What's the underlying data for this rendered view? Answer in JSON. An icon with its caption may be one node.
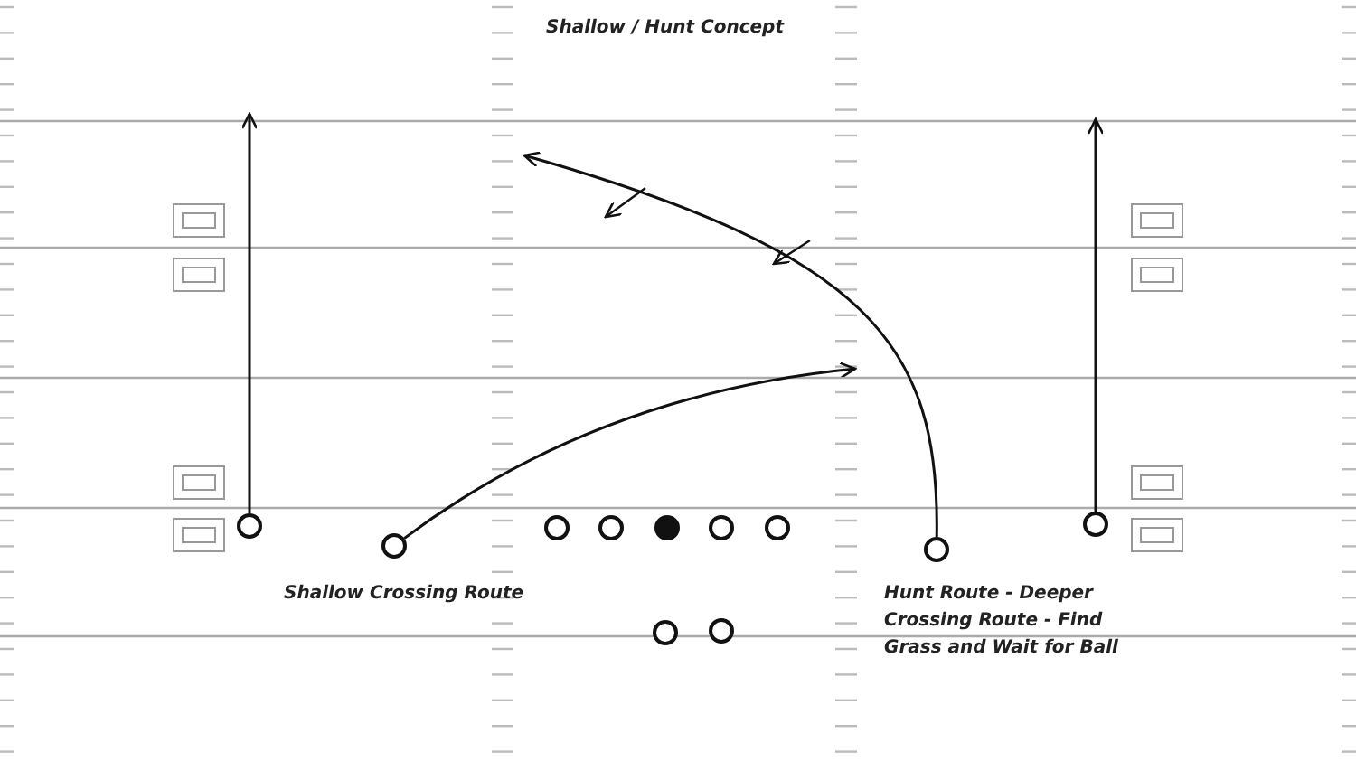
{
  "diagram": {
    "title": "Shallow / Hunt Concept",
    "nodes": [
      {
        "text": [],
        "shape": "circle"
      },
      {
        "text": [],
        "shape": "circle",
        "beside": [
          "Shallow Crossing Route"
        ]
      },
      {
        "text": [],
        "shape": "circle"
      },
      {
        "text": [],
        "shape": "circle"
      },
      {
        "text": [],
        "shape": "circle"
      },
      {
        "text": [],
        "shape": "circle"
      },
      {
        "text": [],
        "shape": "circle"
      },
      {
        "text": [],
        "shape": "circle",
        "beside": [
          "Hunt Route - Deeper Crossing Route - Find Grass and Wait for Ball"
        ]
      },
      {
        "text": [],
        "shape": "circle"
      },
      {
        "text": [],
        "shape": "circle"
      },
      {
        "text": [],
        "shape": "circle"
      }
    ],
    "edges": [
      {
        "from": 0,
        "to": null,
        "arrow": "to"
      },
      {
        "from": 1,
        "to": null,
        "arrow": "to"
      },
      {
        "from": 7,
        "to": null,
        "arrow": "to"
      },
      {
        "from": 8,
        "to": null,
        "arrow": "to"
      }
    ]
  }
}
